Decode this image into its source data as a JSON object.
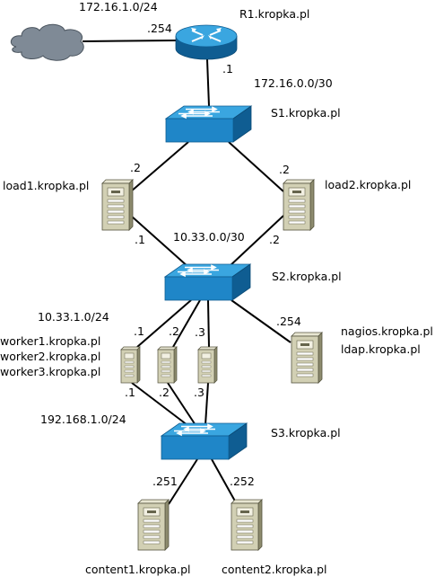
{
  "colors": {
    "device_blue": "#1f86c8",
    "device_blue_dark": "#0f5d92",
    "device_blue_light": "#3aa6e0",
    "server_body": "#d2d0b4",
    "server_side": "#8d8b6e",
    "server_top": "#e8e6d2",
    "cloud": "#7f8a96",
    "line": "#000000"
  },
  "devices": {
    "cloud": {
      "icon": "cloud-icon"
    },
    "r1": {
      "name": "R1.kropka.pl",
      "icon": "router-icon"
    },
    "s1": {
      "name": "S1.kropka.pl",
      "icon": "switch-icon"
    },
    "s2": {
      "name": "S2.kropka.pl",
      "icon": "switch-icon"
    },
    "s3": {
      "name": "S3.kropka.pl",
      "icon": "switch-icon"
    },
    "load1": {
      "name": "load1.kropka.pl",
      "icon": "server-icon"
    },
    "load2": {
      "name": "load2.kropka.pl",
      "icon": "server-icon"
    },
    "nagios": {
      "name1": "nagios.kropka.pl",
      "name2": "ldap.kropka.pl",
      "icon": "server-icon"
    },
    "worker1": {
      "name": "worker1.kropka.pl",
      "icon": "server-icon"
    },
    "worker2": {
      "name": "worker2.kropka.pl",
      "icon": "server-icon"
    },
    "worker3": {
      "name": "worker3.kropka.pl",
      "icon": "server-icon"
    },
    "content1": {
      "name": "content1.kropka.pl",
      "icon": "server-icon"
    },
    "content2": {
      "name": "content2.kropka.pl",
      "icon": "server-icon"
    }
  },
  "networks": {
    "internet": "172.16.1.0/24",
    "s1_link": "172.16.0.0/30",
    "s2_link": "10.33.0.0/30",
    "workers": "10.33.1.0/24",
    "content": "192.168.1.0/24"
  },
  "addresses": {
    "r1_cloud": ".254",
    "r1_s1": ".1",
    "load1_up": ".2",
    "load2_up": ".2",
    "load1_down": ".1",
    "load2_down": ".2",
    "nagios": ".254",
    "worker1_up": ".1",
    "worker2_up": ".2",
    "worker3_up": ".3",
    "worker1_down": ".1",
    "worker2_down": ".2",
    "worker3_down": ".3",
    "content1": ".251",
    "content2": ".252"
  }
}
